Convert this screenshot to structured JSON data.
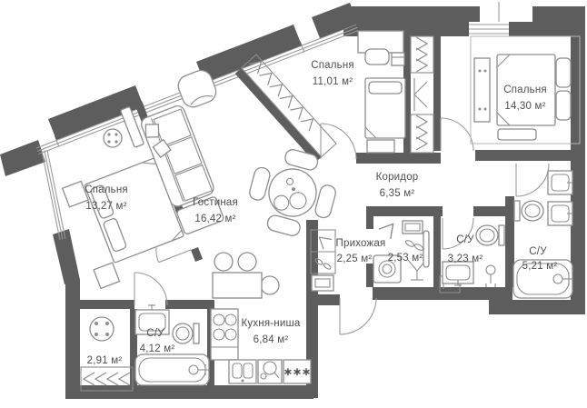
{
  "plan": {
    "rooms": [
      {
        "id": "bedroom-left",
        "name": "Спальня",
        "area": "13,27 м²"
      },
      {
        "id": "living-room",
        "name": "Гостиная",
        "area": "16,42 м²"
      },
      {
        "id": "bedroom-top",
        "name": "Спальня",
        "area": "11,01 м²"
      },
      {
        "id": "bedroom-right",
        "name": "Спальня",
        "area": "14,30 м²"
      },
      {
        "id": "corridor",
        "name": "Коридор",
        "area": "6,35 м²"
      },
      {
        "id": "entry-hall",
        "name": "Прихожая",
        "area": "2,25 м²"
      },
      {
        "id": "hall-closet",
        "name": "",
        "area": "2,53 м²"
      },
      {
        "id": "bath-guest",
        "name": "С/У",
        "area": "3,23 м²"
      },
      {
        "id": "bath-master",
        "name": "С/У",
        "area": "5,21 м²"
      },
      {
        "id": "bath-left",
        "name": "С/У",
        "area": "4,12 м²"
      },
      {
        "id": "dressing",
        "name": "",
        "area": "2,91 м²"
      },
      {
        "id": "kitchen-niche",
        "name": "Кухня-ниша",
        "area": "6,84 м²"
      }
    ],
    "symbols": {
      "fridge": "∗∗∗"
    },
    "colors": {
      "wall": "#5d5d5d",
      "furniture": "#8d8d8d",
      "text": "#4f4f4f",
      "background": "#ffffff"
    }
  }
}
